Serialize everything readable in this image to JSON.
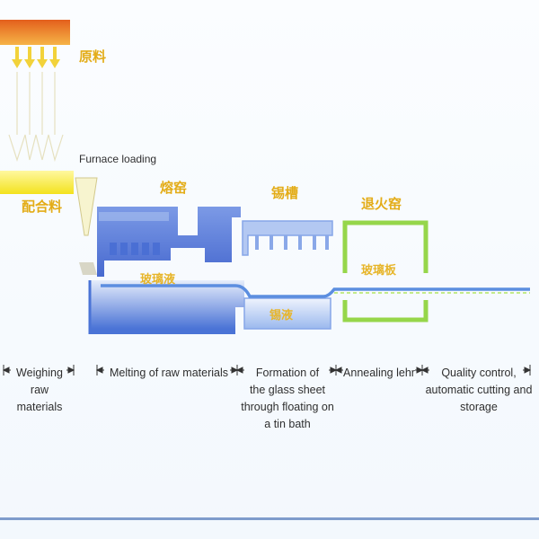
{
  "labels_cn": {
    "raw_materials": "原料",
    "batch": "配合料",
    "melting_furnace": "熔窑",
    "tin_bath": "锡槽",
    "annealing_lehr": "退火窑",
    "molten_glass": "玻璃液",
    "molten_tin": "锡液",
    "glass_sheet": "玻璃板"
  },
  "labels_en": {
    "furnace_loading": "Furnace loading"
  },
  "stages": [
    {
      "name": "Weighing raw materials",
      "lines": [
        "Weighing",
        "raw materials"
      ]
    },
    {
      "name": "Melting of raw materials",
      "lines": [
        "Melting of raw materials"
      ]
    },
    {
      "name": "Formation of the glass sheet through floating on a tin bath",
      "lines": [
        "Formation of",
        "the glass sheet",
        "through floating on",
        "a tin bath"
      ]
    },
    {
      "name": "Annealing lehr",
      "lines": [
        "Annealing lehr"
      ]
    },
    {
      "name": "Quality control, automatic cutting and storage",
      "lines": [
        "Quality control,",
        "automatic cutting and",
        "storage"
      ]
    }
  ],
  "colors": {
    "hopper_top": "#e8772a",
    "batch_bar": "#f8ee3a",
    "furnace": "#4f78d8",
    "tin_bath": "#8fb0ec",
    "lehr": "#96d64a",
    "glass_ribbon": "#5c8ee0",
    "chinese_text": "#e3ac17"
  }
}
